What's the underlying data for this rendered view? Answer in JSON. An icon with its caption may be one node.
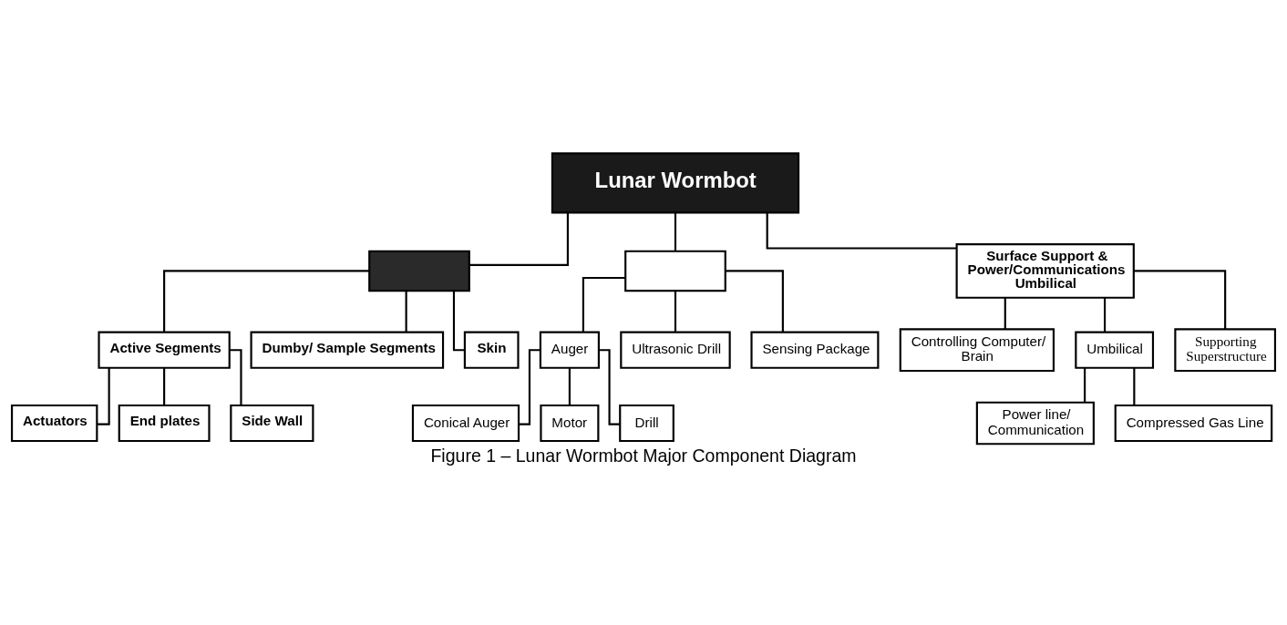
{
  "diagram": {
    "caption": "Figure 1 – Lunar Wormbot Major Component Diagram",
    "nodes": [
      {
        "text": [
          "Lunar Wormbot"
        ]
      },
      {
        "text": [],
        "shape": "box"
      },
      {
        "text": [],
        "shape": "box"
      },
      {
        "text": [
          "Surface Support & Power/Communications Umbilical"
        ]
      },
      {
        "text": [
          "Active Segments"
        ]
      },
      {
        "text": [
          "Dumby/ Sample Segments"
        ]
      },
      {
        "text": [
          "Skin"
        ]
      },
      {
        "text": [
          "Auger"
        ]
      },
      {
        "text": [
          "Ultrasonic Drill"
        ]
      },
      {
        "text": [
          "Sensing Package"
        ]
      },
      {
        "text": [
          "Controlling Computer/ Brain"
        ]
      },
      {
        "text": [
          "Umbilical"
        ]
      },
      {
        "text": [
          "Supporting Superstructure"
        ]
      },
      {
        "text": [
          "Actuators"
        ]
      },
      {
        "text": [
          "End plates"
        ]
      },
      {
        "text": [
          "Side Wall"
        ]
      },
      {
        "text": [
          "Conical Auger"
        ]
      },
      {
        "text": [
          "Motor"
        ]
      },
      {
        "text": [
          "Drill"
        ]
      },
      {
        "text": [
          "Power line/ Communication"
        ]
      },
      {
        "text": [
          "Compressed Gas Line"
        ]
      }
    ],
    "edges": [
      {
        "from": 0,
        "to": 1,
        "arrow": "none"
      },
      {
        "from": 0,
        "to": 2,
        "arrow": "none"
      },
      {
        "from": 0,
        "to": 3,
        "arrow": "none"
      },
      {
        "from": 1,
        "to": 4,
        "arrow": "none"
      },
      {
        "from": 1,
        "to": 5,
        "arrow": "none"
      },
      {
        "from": 1,
        "to": 6,
        "arrow": "none"
      },
      {
        "from": 2,
        "to": 7,
        "arrow": "none"
      },
      {
        "from": 2,
        "to": 8,
        "arrow": "none"
      },
      {
        "from": 2,
        "to": 9,
        "arrow": "none"
      },
      {
        "from": 3,
        "to": 10,
        "arrow": "none"
      },
      {
        "from": 3,
        "to": 11,
        "arrow": "none"
      },
      {
        "from": 3,
        "to": 12,
        "arrow": "none"
      },
      {
        "from": 4,
        "to": 13,
        "arrow": "none"
      },
      {
        "from": 4,
        "to": 14,
        "arrow": "none"
      },
      {
        "from": 4,
        "to": 15,
        "arrow": "none"
      },
      {
        "from": 7,
        "to": 16,
        "arrow": "none"
      },
      {
        "from": 7,
        "to": 17,
        "arrow": "none"
      },
      {
        "from": 7,
        "to": 18,
        "arrow": "none"
      },
      {
        "from": 11,
        "to": 19,
        "arrow": "none"
      },
      {
        "from": 11,
        "to": 20,
        "arrow": "none"
      }
    ]
  }
}
